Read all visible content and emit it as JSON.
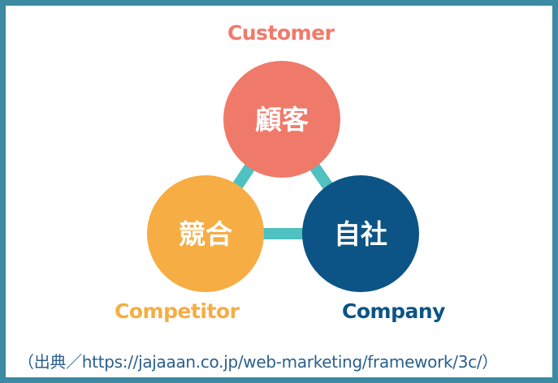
{
  "colors": {
    "frame": "#3d8aa3",
    "connector": "#4fc1c0",
    "customer": "#f07a6a",
    "competitor": "#f6ad43",
    "company": "#0c5485",
    "source_text": "#2a5f8c"
  },
  "nodes": {
    "customer": {
      "label": "Customer",
      "circle_text": "顧客"
    },
    "competitor": {
      "label": "Competitor",
      "circle_text": "競合"
    },
    "company": {
      "label": "Company",
      "circle_text": "自社"
    }
  },
  "source": "（出典／https://jajaaan.co.jp/web-marketing/framework/3c/）"
}
